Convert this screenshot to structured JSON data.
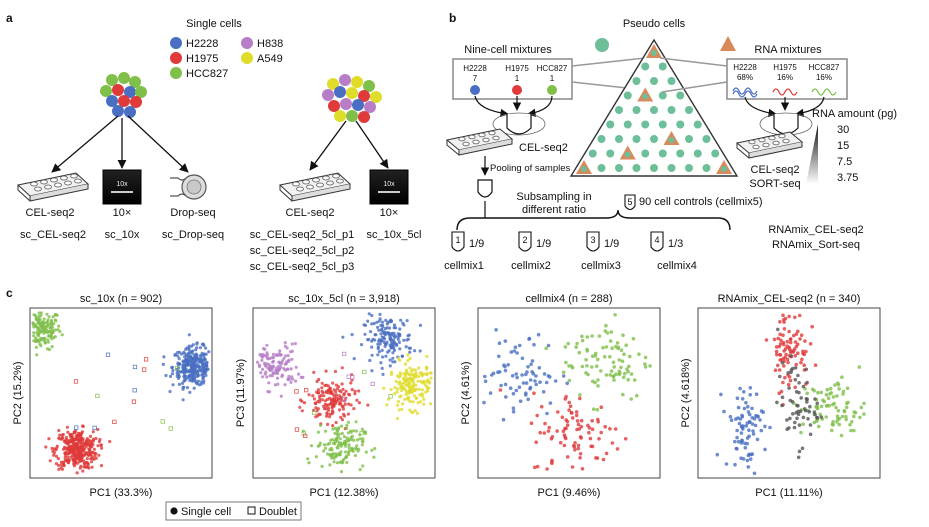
{
  "colors": {
    "H2228": "#4a6fc2",
    "H1975": "#e03a3a",
    "HCC827": "#7fbf4a",
    "H838": "#b77dc6",
    "A549": "#e0dc2a",
    "pseudo_cell": "#6cbf99",
    "rna_mix": "#d98a5a"
  },
  "panel_a": {
    "letter": "a",
    "title": "Single cells",
    "legend": [
      "H2228",
      "H1975",
      "HCC827",
      "H838",
      "A549"
    ],
    "left": {
      "platforms": [
        "CEL-seq2",
        "10×",
        "Drop-seq"
      ],
      "datasets": [
        "sc_CEL-seq2",
        "sc_10x",
        "sc_Drop-seq"
      ]
    },
    "right": {
      "platforms": [
        "CEL-seq2",
        "10×"
      ],
      "datasets_celseq": [
        "sc_CEL-seq2_5cl_p1",
        "sc_CEL-seq2_5cl_p2",
        "sc_CEL-seq2_5cl_p3"
      ],
      "dataset_10x": "sc_10x_5cl"
    },
    "screen_text": "10x"
  },
  "panel_b": {
    "letter": "b",
    "title": "Pseudo cells",
    "nine_cell_title": "Nine-cell mixtures",
    "nine_cell_lines": [
      {
        "name": "H2228",
        "count": "7"
      },
      {
        "name": "H1975",
        "count": "1"
      },
      {
        "name": "HCC827",
        "count": "1"
      }
    ],
    "rna_title": "RNA mixtures",
    "rna_lines": [
      {
        "name": "H2228",
        "pct": "68%"
      },
      {
        "name": "H1975",
        "pct": "16%"
      },
      {
        "name": "HCC827",
        "pct": "16%"
      }
    ],
    "celseq_label": "CEL-seq2",
    "pooling_label": "Pooling of samples",
    "subsampling_label": "Subsampling in different ratio",
    "controls_num": "5",
    "controls_label": "90 cell controls (cellmix5)",
    "mixes": [
      {
        "num": "1",
        "ratio": "1/9",
        "name": "cellmix1"
      },
      {
        "num": "2",
        "ratio": "1/9",
        "name": "cellmix2"
      },
      {
        "num": "3",
        "ratio": "1/9",
        "name": "cellmix3"
      },
      {
        "num": "4",
        "ratio": "1/3",
        "name": "cellmix4"
      }
    ],
    "rna_amount_title": "RNA amount (pg)",
    "rna_amounts": [
      "30",
      "15",
      "7.5",
      "3.75"
    ],
    "right_platforms": [
      "CEL-seq2",
      "SORT-seq"
    ],
    "right_datasets": [
      "RNAmix_CEL-seq2",
      "RNAmix_Sort-seq"
    ]
  },
  "panel_c": {
    "letter": "c",
    "legend": {
      "single": "Single cell",
      "doublet": "Doublet"
    }
  },
  "chart_data": [
    {
      "type": "scatter",
      "title": "sc_10x (n = 902)",
      "xlabel": "PC1 (33.3%)",
      "ylabel": "PC2 (15.2%)",
      "n": 902,
      "clusters": [
        {
          "line": "HCC827",
          "center": [
            -1.0,
            0.85
          ],
          "n": 180
        },
        {
          "line": "H2228",
          "center": [
            0.9,
            0.35
          ],
          "n": 300
        },
        {
          "line": "H1975",
          "center": [
            -0.55,
            -0.75
          ],
          "n": 330
        }
      ]
    },
    {
      "type": "scatter",
      "title": "sc_10x_5cl (n = 3,918)",
      "xlabel": "PC1 (12.38%)",
      "ylabel": "PC3 (11.97%)",
      "n": 3918,
      "clusters": [
        {
          "line": "H838",
          "center": [
            -0.85,
            0.35
          ],
          "n": 500
        },
        {
          "line": "H2228",
          "center": [
            0.55,
            0.72
          ],
          "n": 600
        },
        {
          "line": "A549",
          "center": [
            0.85,
            0.1
          ],
          "n": 700
        },
        {
          "line": "H1975",
          "center": [
            -0.15,
            -0.1
          ],
          "n": 600
        },
        {
          "line": "HCC827",
          "center": [
            -0.05,
            -0.7
          ],
          "n": 550
        }
      ]
    },
    {
      "type": "scatter",
      "title": "cellmix4 (n = 288)",
      "xlabel": "PC1 (9.46%)",
      "ylabel": "PC2 (4.61%)",
      "n": 288,
      "clusters": [
        {
          "line": "H2228",
          "center": [
            -0.65,
            0.25
          ],
          "n": 80
        },
        {
          "line": "HCC827",
          "center": [
            0.45,
            0.45
          ],
          "n": 90
        },
        {
          "line": "H1975",
          "center": [
            0.1,
            -0.55
          ],
          "n": 90
        }
      ]
    },
    {
      "type": "scatter",
      "title": "RNAmix_CEL-seq2 (n = 340)",
      "xlabel": "PC1 (11.11%)",
      "ylabel": "PC2 (4.618%)",
      "n": 340,
      "clusters": [
        {
          "line": "H1975",
          "center": [
            0.0,
            0.6
          ],
          "n": 90
        },
        {
          "line": "H2228",
          "center": [
            -0.55,
            -0.45
          ],
          "n": 80
        },
        {
          "line": "HCC827",
          "center": [
            0.55,
            -0.2
          ],
          "n": 80
        },
        {
          "line": "mix",
          "center": [
            0.1,
            -0.15
          ],
          "n": 60
        }
      ]
    }
  ]
}
